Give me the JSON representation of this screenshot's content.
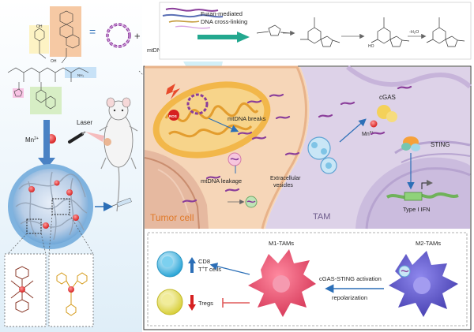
{
  "equals": "=",
  "plus": "+",
  "mtdna_label": "mtDNA",
  "crosslink_label": [
    "Furan-mediated",
    "DNA cross-linking"
  ],
  "laser_label": "Laser",
  "mn_label": "Mn",
  "mn_superscript": "2+",
  "ros_label": "ROS",
  "mtdna_breaks_label": "mtDNA breaks",
  "mtdna_leakage_label": "mtDNA leakage",
  "ev_label": [
    "Extracellular",
    "vesicles"
  ],
  "tumor_cell_label": "Tumor cell",
  "tam_label": "TAM",
  "cgas_label": "cGAS",
  "sting_label": "STING",
  "ifn_label": "Type I IFN",
  "m1_label": "M1-TAMs",
  "m2_label": "M2-TAMs",
  "activation_label": "cGAS-STING activation",
  "repolarization_label": "repolarization",
  "cd8_label": [
    "CD8",
    "T cells"
  ],
  "cd8_superscript": "+",
  "tregs_label": "Tregs",
  "chem_hydroxyl": "HO",
  "chem_water": "-H₂O",
  "colors": {
    "tumor": "#f6d6b8",
    "tam": "#d8cde6",
    "mito": "#f2b74a",
    "dna": "#8a3d9a",
    "teal": "#23a88f",
    "m1": "#e24b66",
    "m2": "#5b56c6",
    "cd8": "#3fb8e0",
    "treg": "#e8e052"
  }
}
